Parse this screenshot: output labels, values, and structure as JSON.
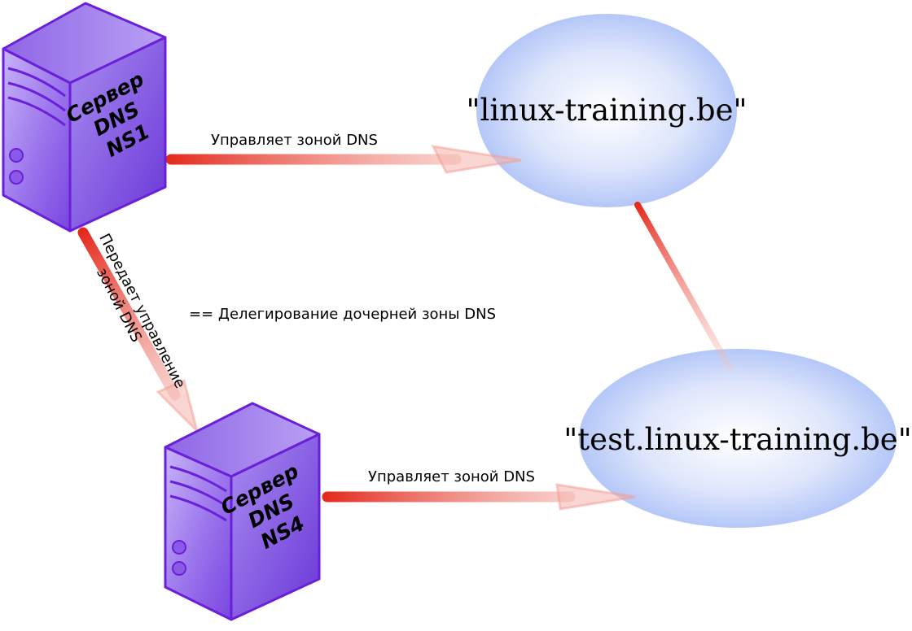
{
  "servers": [
    {
      "line1": "Сервер",
      "line2": "DNS",
      "line3": "NS1"
    },
    {
      "line1": "Сервер",
      "line2": "DNS",
      "line3": "NS4"
    }
  ],
  "zones": [
    {
      "label": "\"linux-training.be\""
    },
    {
      "label": "\"test.linux-training.be\""
    }
  ],
  "labels": {
    "manages_ns1": "Управляет зоной DNS",
    "manages_ns4": "Управляет зоной DNS",
    "delegates_line1": "Передает управление",
    "delegates_line2": "зоной DNS",
    "delegation_note": "== Делегирование дочерней зоны DNS"
  },
  "colors": {
    "server_fill": "#8a5ae6",
    "server_stroke": "#6600cc",
    "zone_fill": "#a9c1f7",
    "arrow": "#e63c2e"
  }
}
